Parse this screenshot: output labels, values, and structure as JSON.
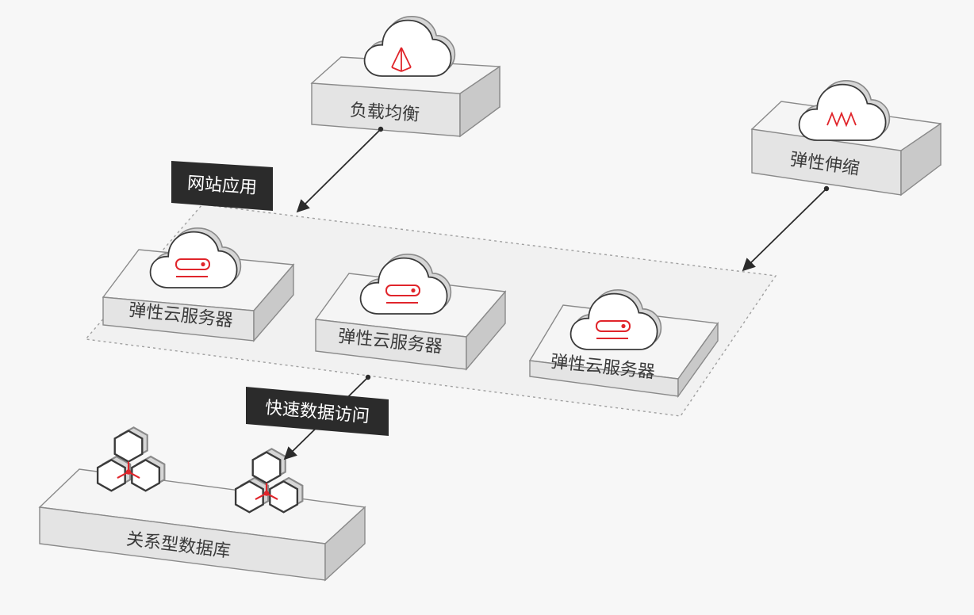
{
  "colors": {
    "background": "#f7f7f7",
    "box_top": "#f5f5f5",
    "box_front": "#e3e3e3",
    "box_side": "#c9c9c9",
    "edge": "#8a8a8a",
    "accent_red": "#e0252b",
    "label_bg": "#2b2b2b",
    "label_text": "#ffffff",
    "arrow": "#2b2b2b"
  },
  "nodes": {
    "load_balancer": {
      "label": "负载均衡",
      "icon": "load-balancer-cloud-icon"
    },
    "auto_scaling": {
      "label": "弹性伸缩",
      "icon": "auto-scaling-cloud-icon"
    },
    "ecs_1": {
      "label": "弹性云服务器",
      "icon": "server-cloud-icon"
    },
    "ecs_2": {
      "label": "弹性云服务器",
      "icon": "server-cloud-icon"
    },
    "ecs_3": {
      "label": "弹性云服务器",
      "icon": "server-cloud-icon"
    },
    "rds": {
      "label": "关系型数据库",
      "icon": "database-hexagon-icon"
    }
  },
  "groups": {
    "website_app": {
      "label": "网站应用"
    }
  },
  "edge_labels": {
    "fast_data_access": "快速数据访问"
  }
}
